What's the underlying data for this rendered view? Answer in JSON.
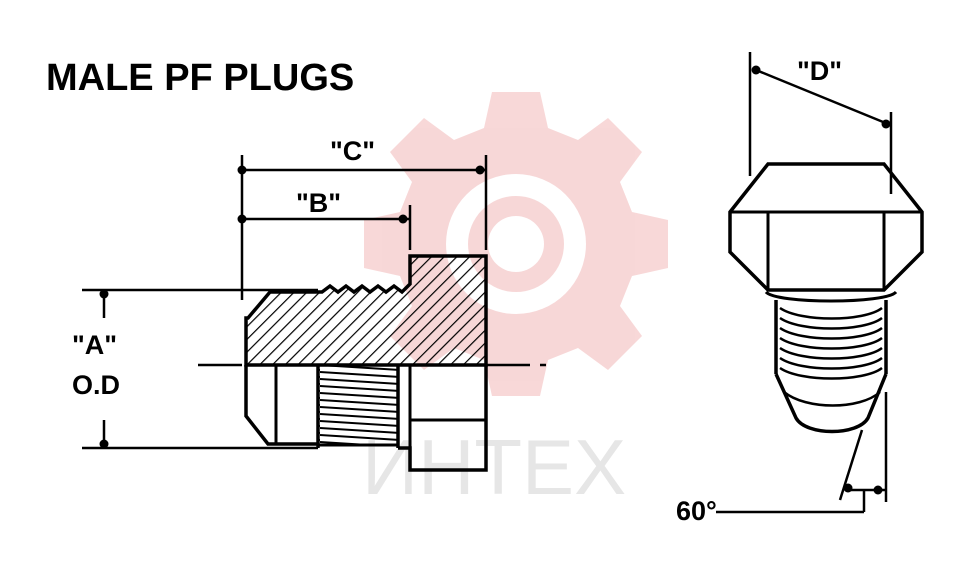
{
  "title": "MALE PF PLUGS",
  "dimensions": {
    "a_label": "\"A\"",
    "od_label": "O.D",
    "b_label": "\"B\"",
    "c_label": "\"C\"",
    "d_label": "\"D\"",
    "angle_label": "60°"
  },
  "watermark": {
    "text": "ИНТЕХ",
    "color": "#f2b8b8"
  }
}
